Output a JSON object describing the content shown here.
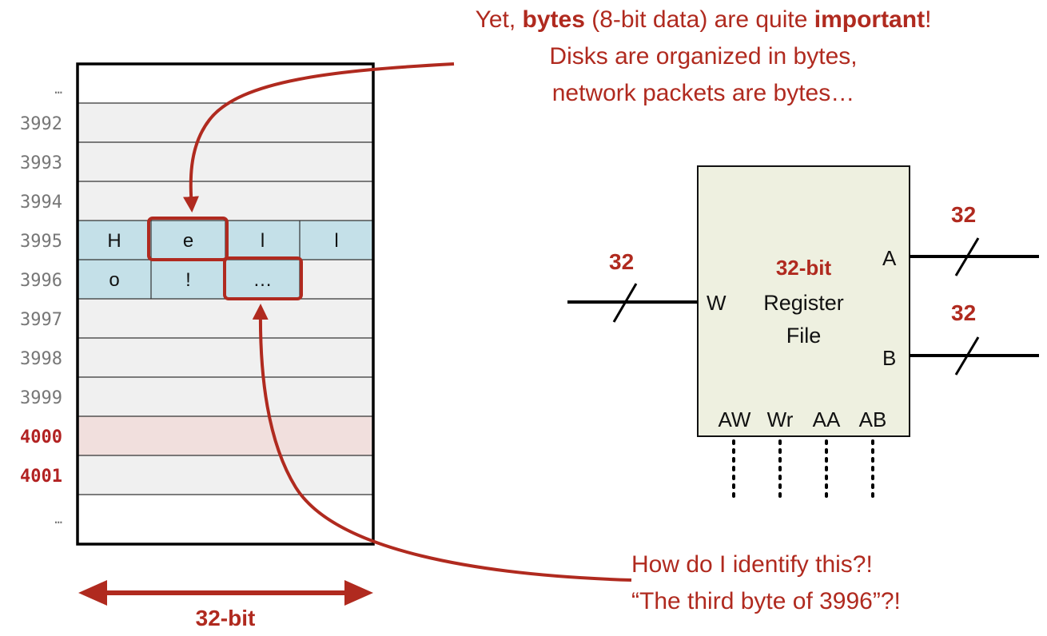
{
  "memory": {
    "addresses": [
      {
        "label": "…",
        "style": "dots"
      },
      {
        "label": "3992",
        "style": "normal"
      },
      {
        "label": "3993",
        "style": "normal"
      },
      {
        "label": "3994",
        "style": "normal"
      },
      {
        "label": "3995",
        "style": "normal"
      },
      {
        "label": "3996",
        "style": "normal"
      },
      {
        "label": "3997",
        "style": "normal"
      },
      {
        "label": "3998",
        "style": "normal"
      },
      {
        "label": "3999",
        "style": "normal"
      },
      {
        "label": "4000",
        "style": "red"
      },
      {
        "label": "4001",
        "style": "red"
      },
      {
        "label": "…",
        "style": "dots"
      }
    ],
    "row_3995_bytes": [
      "H",
      "e",
      "l",
      "l"
    ],
    "row_3996_bytes": [
      "o",
      "!",
      "…"
    ],
    "width_label": "32-bit",
    "colors": {
      "byte_fill": "#c4e0e8",
      "row_fill": "#f0f0f0",
      "highlight_fill": "#f1dfdd",
      "accent": "#b02a1f"
    }
  },
  "top_note": {
    "line1_a": "Yet, ",
    "line1_b": "bytes",
    "line1_c": " (8-bit data) are quite ",
    "line1_d": "important",
    "line1_e": "!",
    "line2": "Disks are organized in bytes,",
    "line3": "network packets are bytes…"
  },
  "bottom_note": {
    "line1": "How do I identify this?!",
    "line2": "“The third byte of 3996”?!"
  },
  "register_file": {
    "title": "32-bit",
    "name_line1": "Register",
    "name_line2": "File",
    "port_w": "W",
    "port_a": "A",
    "port_b": "B",
    "control_ports": [
      "AW",
      "Wr",
      "AA",
      "AB"
    ],
    "width_w": "32",
    "width_a": "32",
    "width_b": "32",
    "fill": "#eef0e0"
  }
}
